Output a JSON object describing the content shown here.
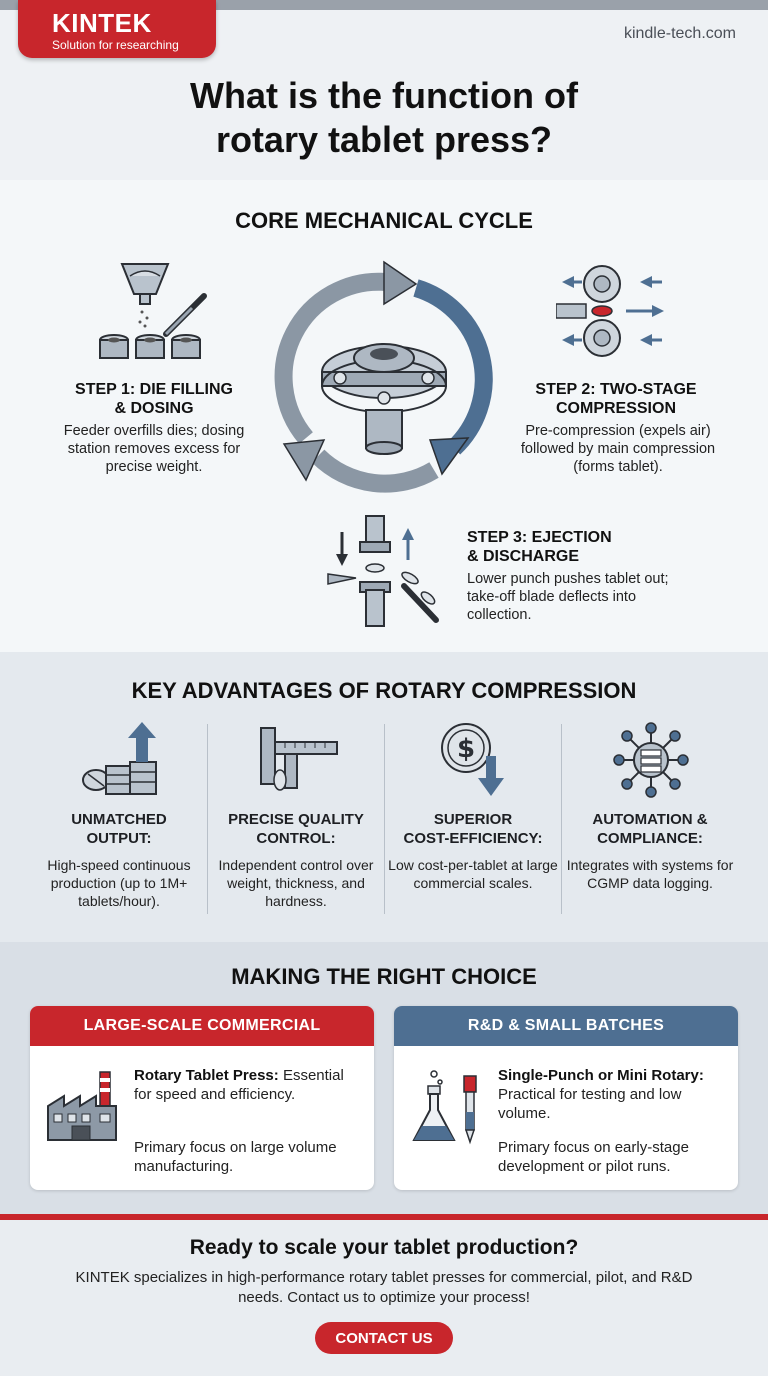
{
  "header": {
    "brand": "KINTEK",
    "tagline": "Solution for researching",
    "site": "kindle-tech.com",
    "title_line1": "What is the function of",
    "title_line2": "rotary tablet press?"
  },
  "cycle": {
    "heading": "CORE MECHANICAL CYCLE",
    "steps": [
      {
        "title_line1": "STEP 1: DIE FILLING",
        "title_line2": "& DOSING",
        "desc": "Feeder overfills dies; dosing station removes excess for precise weight.",
        "icon": "hopper-dies-icon"
      },
      {
        "title_line1": "STEP 2: TWO-STAGE",
        "title_line2": "COMPRESSION",
        "desc": "Pre-compression (expels air) followed by main compression (forms tablet).",
        "icon": "compression-rollers-icon"
      },
      {
        "title_line1": "STEP 3: EJECTION",
        "title_line2": "& DISCHARGE",
        "desc": "Lower punch pushes tablet out; take-off blade deflects into collection.",
        "icon": "ejection-punch-icon"
      }
    ],
    "center_icon": "rotating-turret-icon"
  },
  "advantages": {
    "heading": "KEY ADVANTAGES OF ROTARY COMPRESSION",
    "items": [
      {
        "title_line1": "UNMATCHED",
        "title_line2": "OUTPUT:",
        "desc": "High-speed continuous production (up to 1M+ tablets/hour).",
        "icon": "tablet-stack-arrow-up-icon"
      },
      {
        "title_line1": "PRECISE QUALITY",
        "title_line2": "CONTROL:",
        "desc": "Independent control over weight, thickness, and hardness.",
        "icon": "caliper-icon"
      },
      {
        "title_line1": "SUPERIOR",
        "title_line2": "COST-EFFICIENCY:",
        "desc": "Low cost-per-tablet at large commercial scales.",
        "icon": "dollar-down-icon"
      },
      {
        "title_line1": "AUTOMATION &",
        "title_line2": "COMPLIANCE:",
        "desc": "Integrates with systems for CGMP data logging.",
        "icon": "network-server-icon"
      }
    ]
  },
  "choice": {
    "heading": "MAKING THE RIGHT CHOICE",
    "cards": [
      {
        "header": "LARGE-SCALE COMMERCIAL",
        "bold": "Rotary Tablet Press:",
        "text": "Essential for speed and efficiency.",
        "focus": "Primary focus on large volume manufacturing.",
        "icon": "factory-icon",
        "color": "#c8262c"
      },
      {
        "header": "R&D & SMALL BATCHES",
        "bold": "Single-Punch or Mini Rotary:",
        "text": "Practical for testing and low volume.",
        "focus": "Primary focus on early-stage development or pilot runs.",
        "icon": "flask-pipette-icon",
        "color": "#4e6f92"
      }
    ]
  },
  "cta": {
    "title": "Ready to scale your tablet production?",
    "text": "KINTEK specializes in high-performance rotary tablet presses for commercial, pilot, and R&D needs. Contact us to optimize your process!",
    "button": "CONTACT US"
  },
  "colors": {
    "accent_red": "#c8262c",
    "accent_blue": "#4e6f92",
    "steel": "#8d99a6"
  }
}
